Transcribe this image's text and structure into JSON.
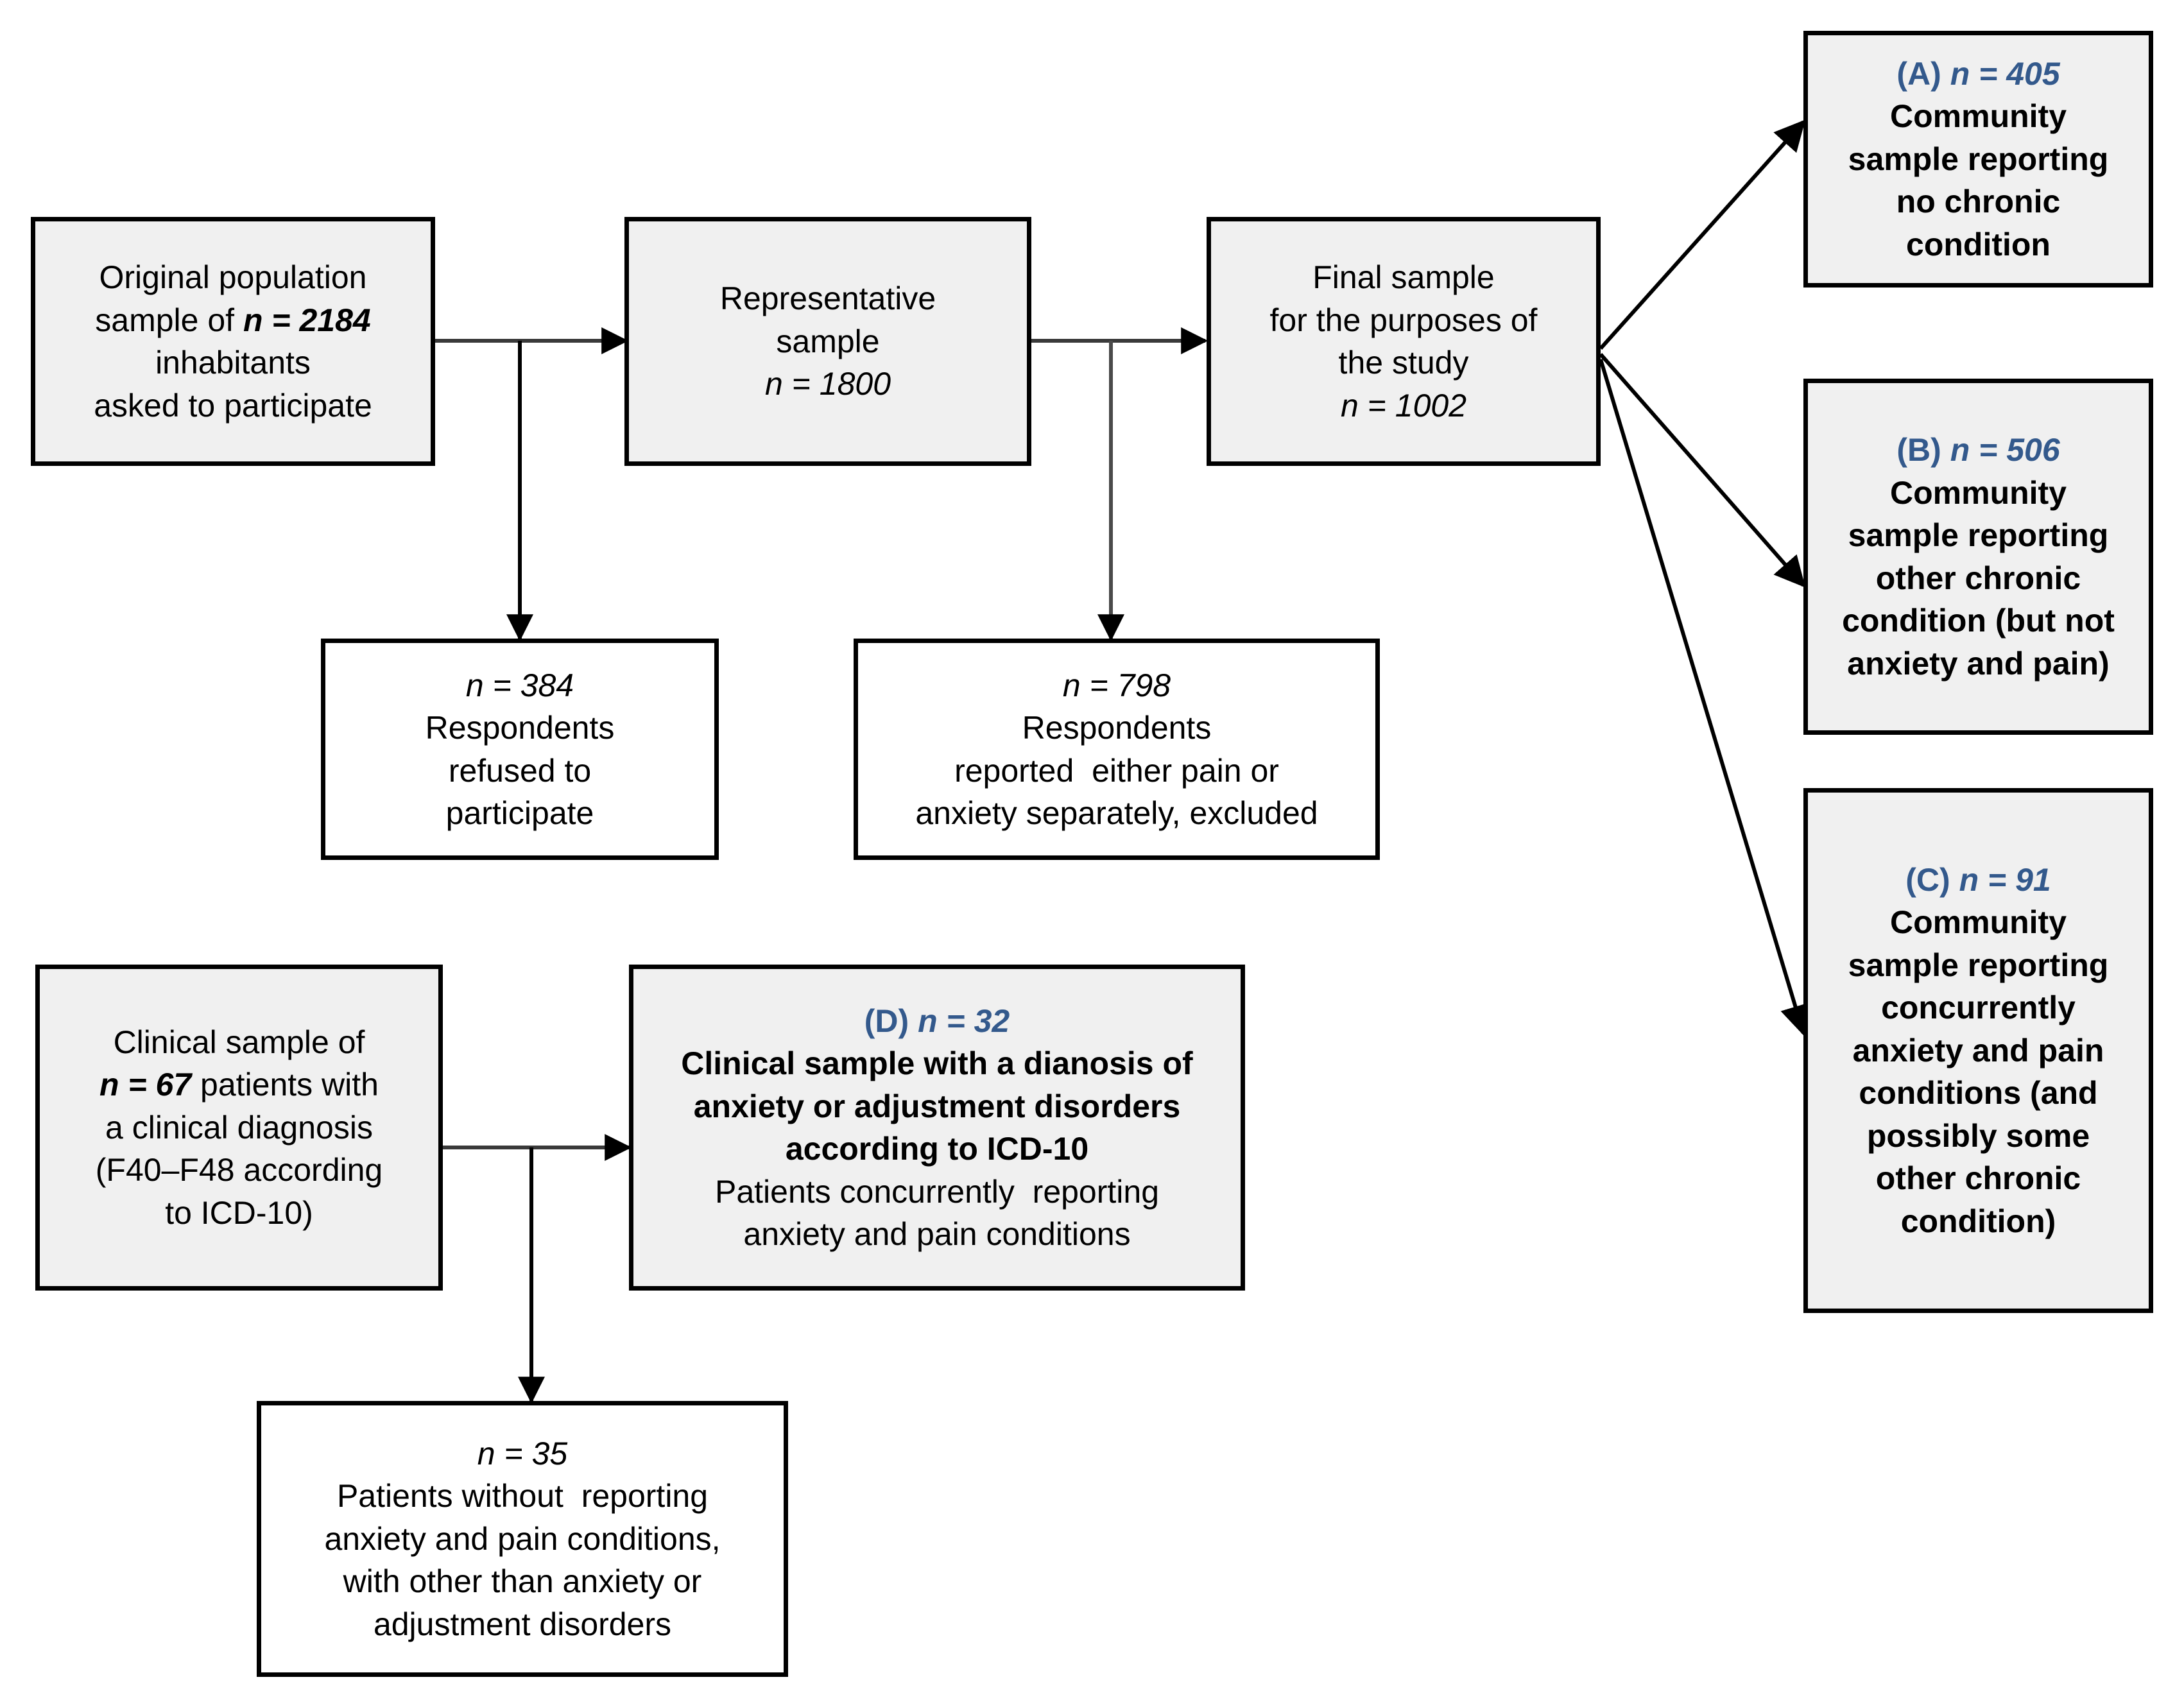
{
  "figure": {
    "type": "flowchart",
    "title": "Study sample selection flow diagram",
    "colors": {
      "box_fill_grey": "#f0f0f0",
      "box_fill_white": "#ffffff",
      "box_border": "#000000",
      "label_accent_blue": "#33598C",
      "arrow": "#000000"
    }
  },
  "nodes": {
    "original_population": {
      "id": "original-population",
      "fill": "grey",
      "lines": [
        {
          "text": "Original population",
          "style": "regular"
        },
        {
          "text": "sample of ",
          "style": "regular",
          "suffix_italic_bold": "n = 2184"
        },
        {
          "text": "inhabitants",
          "style": "regular"
        },
        {
          "text": "asked to participate",
          "style": "regular"
        }
      ],
      "plain_text": "Original population sample of n = 2184 inhabitants asked to participate"
    },
    "representative_sample": {
      "id": "representative-sample",
      "fill": "grey",
      "lines": [
        {
          "text": "Representative",
          "style": "regular"
        },
        {
          "text": "sample",
          "style": "regular"
        },
        {
          "text": "n = 1800",
          "style": "bold-italic"
        }
      ],
      "plain_text": "Representative sample n = 1800"
    },
    "final_sample": {
      "id": "final-sample",
      "fill": "grey",
      "lines": [
        {
          "text": "Final sample",
          "style": "regular"
        },
        {
          "text": "for the purposes of",
          "style": "regular"
        },
        {
          "text": "the study",
          "style": "regular"
        },
        {
          "text": "n = 1002",
          "style": "bold-italic"
        }
      ],
      "plain_text": "Final sample for the purposes of the study n = 1002"
    },
    "refused": {
      "id": "respondents-refused",
      "fill": "white",
      "lines": [
        {
          "text": "n = 384",
          "style": "bold-italic"
        },
        {
          "text": "Respondents",
          "style": "regular"
        },
        {
          "text": "refused to",
          "style": "regular"
        },
        {
          "text": "participate",
          "style": "regular"
        }
      ],
      "plain_text": "n = 384 Respondents refused to participate"
    },
    "excluded": {
      "id": "respondents-excluded",
      "fill": "white",
      "lines": [
        {
          "text": "n = 798",
          "style": "bold-italic"
        },
        {
          "text": "Respondents",
          "style": "regular"
        },
        {
          "text": "reported  either pain or",
          "style": "regular"
        },
        {
          "text": "anxiety separately, excluded",
          "style": "regular"
        }
      ],
      "plain_text": "n = 798 Respondents reported either pain or anxiety separately, excluded"
    },
    "group_a": {
      "id": "group-a",
      "fill": "grey",
      "label": "(A)",
      "n_label": "n = 405",
      "lines": [
        {
          "text": "Community",
          "style": "bold"
        },
        {
          "text": "sample reporting",
          "style": "bold"
        },
        {
          "text": "no chronic",
          "style": "bold"
        },
        {
          "text": "condition",
          "style": "bold"
        }
      ],
      "plain_text": "(A) n = 405 Community sample reporting no chronic condition"
    },
    "group_b": {
      "id": "group-b",
      "fill": "grey",
      "label": "(B)",
      "n_label": "n = 506",
      "lines": [
        {
          "text": "Community",
          "style": "bold"
        },
        {
          "text": "sample reporting",
          "style": "bold"
        },
        {
          "text": "other chronic",
          "style": "bold"
        },
        {
          "text": "condition (but not",
          "style": "bold"
        },
        {
          "text": "anxiety and pain)",
          "style": "bold"
        }
      ],
      "plain_text": "(B) n = 506 Community sample reporting other chronic condition (but not anxiety and pain)"
    },
    "group_c": {
      "id": "group-c",
      "fill": "grey",
      "label": "(C)",
      "n_label": "n = 91",
      "lines": [
        {
          "text": "Community",
          "style": "bold"
        },
        {
          "text": "sample reporting",
          "style": "bold"
        },
        {
          "text": "concurrently",
          "style": "bold"
        },
        {
          "text": "anxiety and pain",
          "style": "bold"
        },
        {
          "text": "conditions (and",
          "style": "bold"
        },
        {
          "text": "possibly some",
          "style": "bold"
        },
        {
          "text": "other chronic",
          "style": "bold"
        },
        {
          "text": "condition)",
          "style": "bold"
        }
      ],
      "plain_text": "(C) n = 91 Community sample reporting concurrently anxiety and pain conditions (and possibly some other chronic condition)"
    },
    "clinical_sample": {
      "id": "clinical-sample",
      "fill": "grey",
      "lines": [
        {
          "text": "Clinical sample of",
          "style": "regular"
        },
        {
          "text": "n = 67 patients with",
          "style": "mixed"
        },
        {
          "text": "a clinical diagnosis",
          "style": "regular"
        },
        {
          "text": "(F40–F48 according",
          "style": "regular"
        },
        {
          "text": "to ICD-10)",
          "style": "regular"
        }
      ],
      "plain_text": "Clinical sample of n = 67 patients with a clinical diagnosis (F40–F48 according to ICD-10)"
    },
    "group_d": {
      "id": "group-d",
      "fill": "grey",
      "label": "(D)",
      "n_label": "n = 32",
      "lines": [
        {
          "text": "Clinical sample with a dianosis of",
          "style": "bold"
        },
        {
          "text": "anxiety or adjustment disorders",
          "style": "bold"
        },
        {
          "text": "according to ICD-10",
          "style": "bold"
        },
        {
          "text": "Patients concurrently  reporting",
          "style": "regular"
        },
        {
          "text": "anxiety and pain conditions",
          "style": "regular"
        }
      ],
      "plain_text": "(D) n = 32 Clinical sample with a dianosis of anxiety or adjustment disorders according to ICD-10 Patients concurrently reporting anxiety and pain conditions"
    },
    "patients_without": {
      "id": "patients-without",
      "fill": "white",
      "lines": [
        {
          "text": "n = 35",
          "style": "bold-italic"
        },
        {
          "text": "Patients without  reporting",
          "style": "regular"
        },
        {
          "text": "anxiety and pain conditions,",
          "style": "regular"
        },
        {
          "text": "with other than anxiety or",
          "style": "regular"
        },
        {
          "text": "adjustment disorders",
          "style": "regular"
        }
      ],
      "plain_text": "n = 35 Patients without reporting anxiety and pain conditions, with other than anxiety or adjustment disorders"
    }
  },
  "edges": [
    {
      "from": "original_population",
      "to": "representative_sample",
      "kind": "horizontal-arrow"
    },
    {
      "from": "original_population",
      "to": "refused",
      "kind": "branch-down-arrow"
    },
    {
      "from": "representative_sample",
      "to": "final_sample",
      "kind": "horizontal-arrow"
    },
    {
      "from": "representative_sample",
      "to": "excluded",
      "kind": "branch-down-arrow"
    },
    {
      "from": "final_sample",
      "to": "group_a",
      "kind": "diagonal-arrow"
    },
    {
      "from": "final_sample",
      "to": "group_b",
      "kind": "diagonal-arrow"
    },
    {
      "from": "final_sample",
      "to": "group_c",
      "kind": "diagonal-arrow"
    },
    {
      "from": "clinical_sample",
      "to": "group_d",
      "kind": "horizontal-arrow"
    },
    {
      "from": "clinical_sample",
      "to": "patients_without",
      "kind": "branch-down-arrow"
    }
  ]
}
